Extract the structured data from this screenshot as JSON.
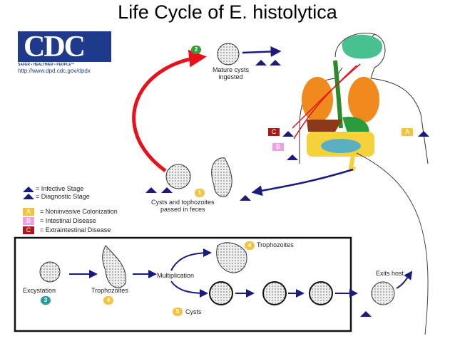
{
  "title": "Life Cycle of E. histolytica",
  "logo": {
    "text": "CDC",
    "tagline": "SAFER • HEALTHIER • PEOPLE™",
    "url": "http://www.dpd.cdc.gov/dpdx"
  },
  "legend": {
    "infective": {
      "symbol": "i",
      "label": "= Infective Stage"
    },
    "diagnostic": {
      "symbol": "d",
      "label": "= Diagnostic Stage"
    },
    "A": {
      "symbol": "A",
      "label": "= Noninvasive Colonization",
      "color": "#f5c242"
    },
    "B": {
      "symbol": "B",
      "label": "= Intestinal Disease",
      "color": "#f2a0e6"
    },
    "C": {
      "symbol": "C",
      "label": "= Extraintestinal Disease",
      "color": "#b01818"
    }
  },
  "stages": {
    "s1": {
      "num": "1",
      "label_line1": "Cysts and tophozoites",
      "label_line2": "passed in feces"
    },
    "s2": {
      "num": "2",
      "label_line1": "Mature cysts",
      "label_line2": "ingested"
    },
    "s3": {
      "num": "3",
      "label": "Excystation"
    },
    "s4": {
      "num": "4",
      "label": "Trophozoites"
    },
    "s4b": {
      "num": "4",
      "label": "Trophozoites"
    },
    "s5": {
      "num": "5",
      "label": "Cysts"
    },
    "multiplication": "Multiplication",
    "exits": "Exits host"
  },
  "colors": {
    "navy": "#1a1a80",
    "red": "#e8101a",
    "yellow": "#f5c242",
    "green": "#3a9a3a",
    "teal": "#2a9a9a"
  }
}
